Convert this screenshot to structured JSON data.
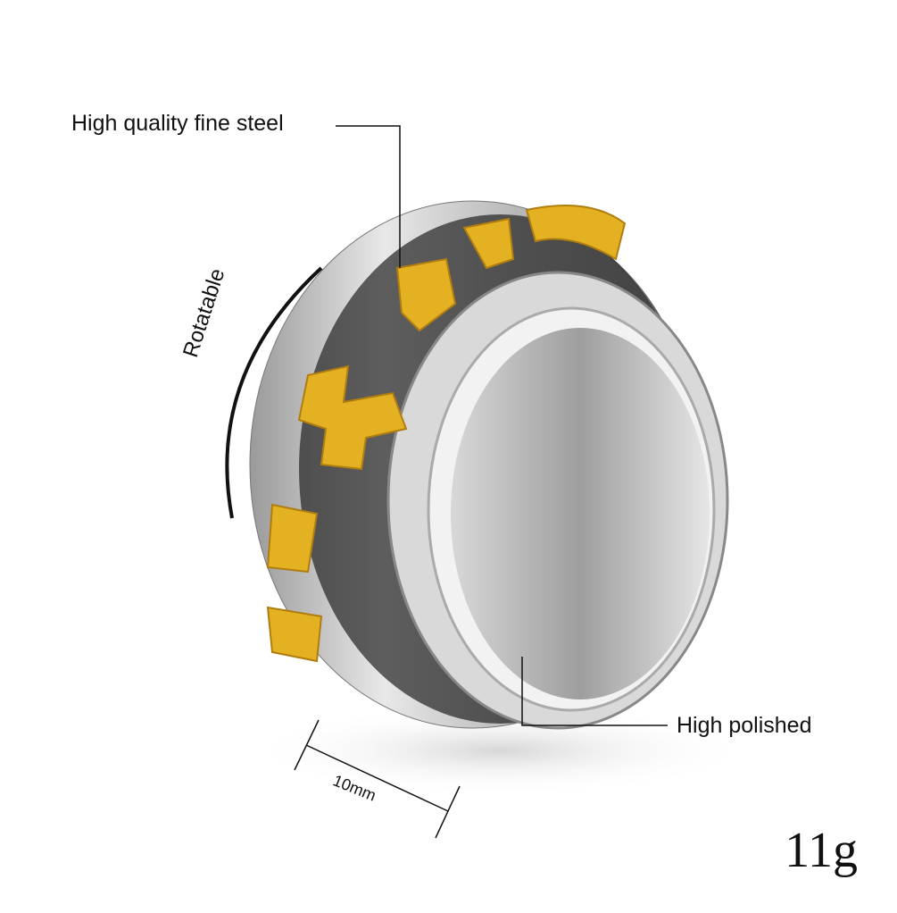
{
  "annotations": {
    "material": "High quality fine steel",
    "rotation": "Rotatable",
    "finish": "High polished",
    "width": "10mm",
    "weight": "11g"
  },
  "colors": {
    "gold": "#e3b122",
    "steel": "#c9c9c9",
    "line": "#111111"
  }
}
